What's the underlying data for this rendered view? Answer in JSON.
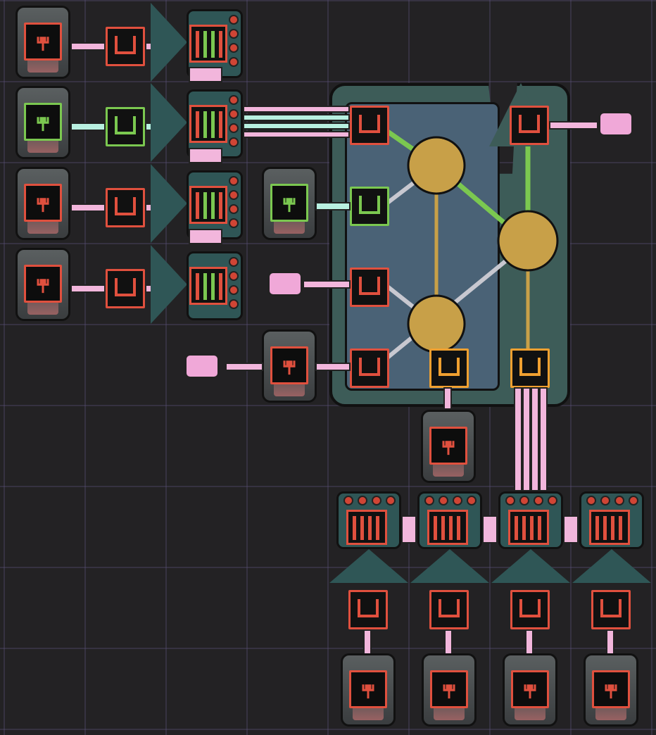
{
  "colors": {
    "background": "#232224",
    "signal_red": "#e0503e",
    "signal_green": "#7bc850",
    "signal_orange": "#f0a030",
    "wire_pink": "#f2b6dc",
    "wire_cyan": "#b8f0e0",
    "gate_body": "#3d5c58",
    "gate_node": "#c8a048",
    "ribbon_teal": "#2f5656"
  },
  "left_rows": [
    {
      "sensor": "red",
      "port": "red",
      "ribbon_bits": [
        "red",
        "green",
        "green",
        "red"
      ]
    },
    {
      "sensor": "green",
      "port": "green",
      "ribbon_bits": [
        "red",
        "green",
        "green",
        "red"
      ]
    },
    {
      "sensor": "red",
      "port": "red",
      "ribbon_bits": [
        "red",
        "green",
        "green",
        "red"
      ]
    },
    {
      "sensor": "red",
      "port": "red",
      "ribbon_bits": [
        "red",
        "green",
        "green",
        "red"
      ]
    }
  ],
  "gate_inputs": [
    "red",
    "green",
    "red",
    "red"
  ],
  "gate_output_top": "red",
  "gate_outputs_bottom": [
    "orange",
    "orange"
  ],
  "bottom_rows": [
    {
      "ribbon": "red",
      "port": "red",
      "sensor": "red"
    },
    {
      "ribbon": "red",
      "port": "red",
      "sensor": "red"
    },
    {
      "ribbon": "red",
      "port": "red",
      "sensor": "red"
    },
    {
      "ribbon": "red",
      "port": "red",
      "sensor": "red"
    }
  ]
}
